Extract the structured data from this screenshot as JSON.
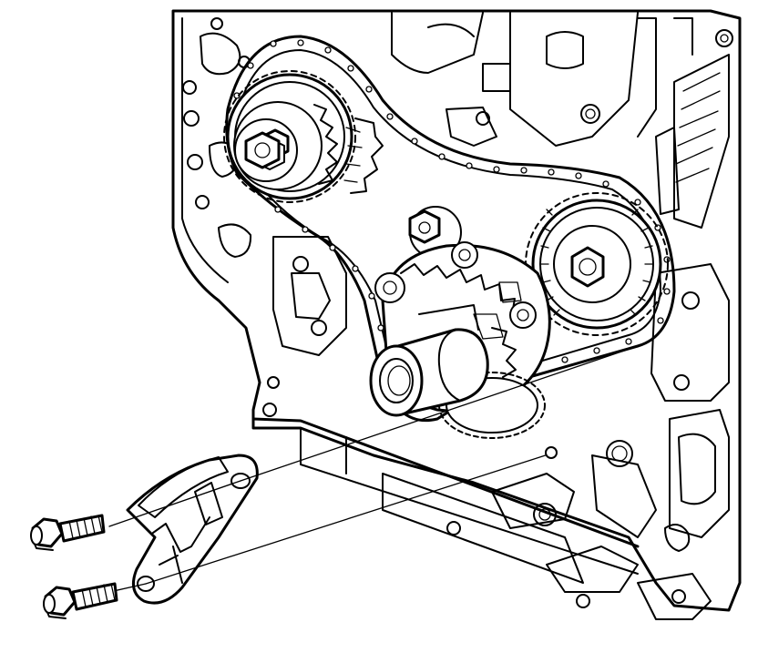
{
  "illustration": {
    "line_color": "#000000",
    "background_color": "#ffffff",
    "parts": {
      "camshaft_sprocket_count": 2,
      "bolt_count": 2,
      "chain_guide_count": 1
    }
  }
}
